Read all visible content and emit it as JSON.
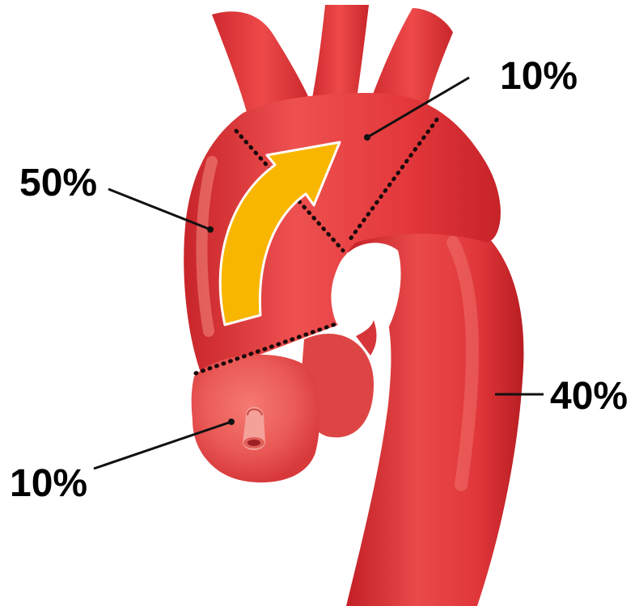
{
  "colors": {
    "vessel": "#e2353a",
    "vessel_dark": "#c02127",
    "vessel_highlight": "#f0706a",
    "arrow": "#f9b600",
    "arrow_outline": "#ffffff",
    "divider": "#1a0a0a",
    "leader": "#111111"
  },
  "labels": {
    "ascending": "50%",
    "arch": "10%",
    "descending": "40%",
    "root": "10%"
  },
  "icons": {
    "flow_arrow": "curved-arrow-icon"
  }
}
